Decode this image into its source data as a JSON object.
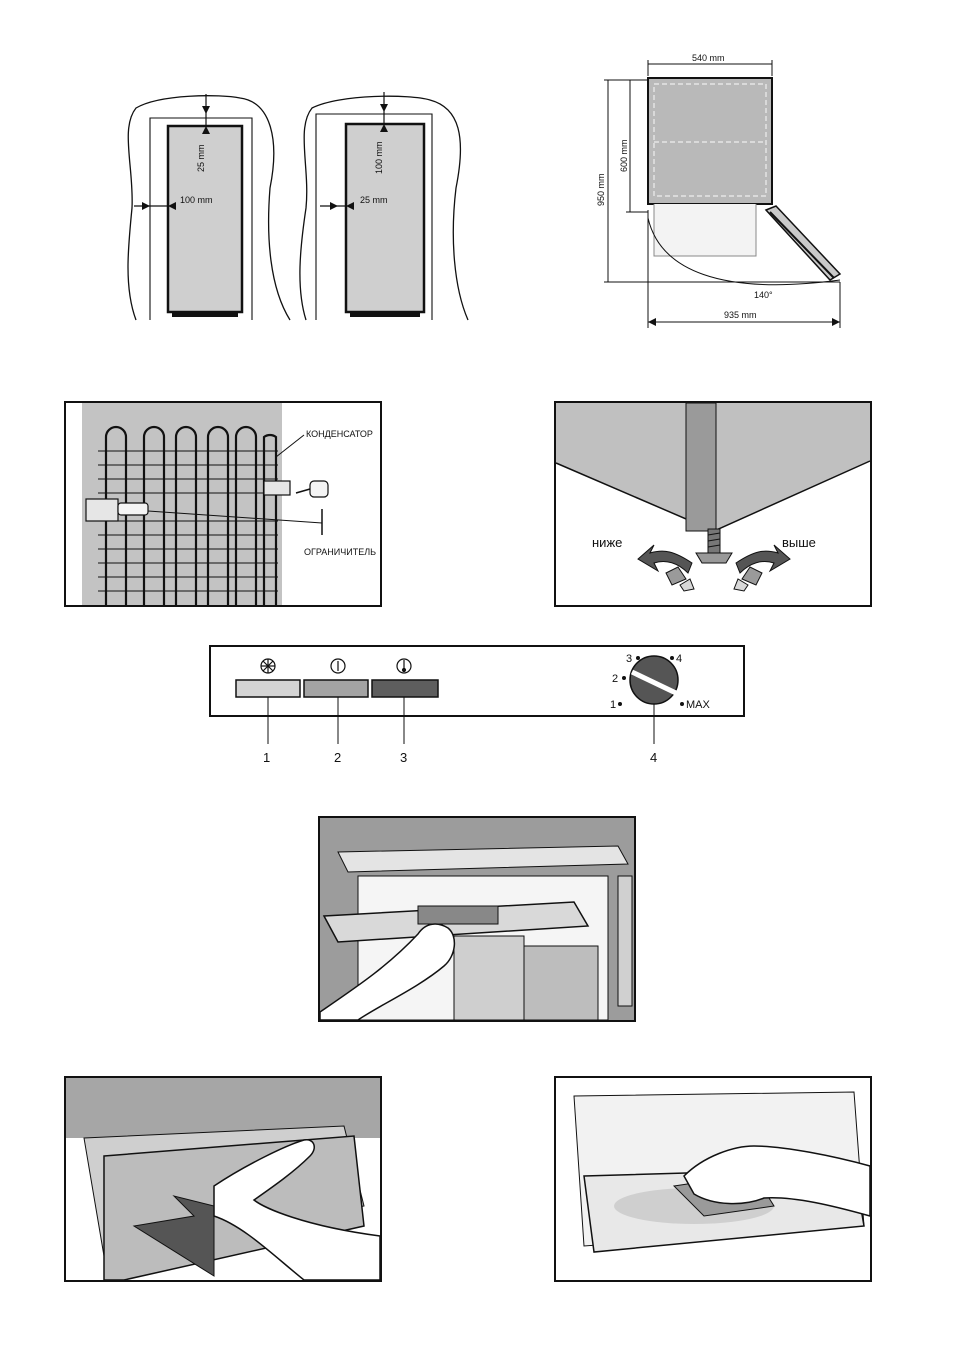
{
  "clearance": {
    "left_top": "25 mm",
    "left_side": "100 mm",
    "right_top": "100 mm",
    "right_side": "25 mm"
  },
  "door_dims": {
    "width": "540 mm",
    "height_body": "600 mm",
    "height_total": "950 mm",
    "angle": "140°",
    "depth_open": "935 mm"
  },
  "condenser": {
    "condenser_label": "КОНДЕНСАТОР",
    "limiter_label": "ОГРАНИЧИТЕЛЬ"
  },
  "leveling": {
    "lower_label": "ниже",
    "higher_label": "выше"
  },
  "control_panel": {
    "callouts": [
      "1",
      "2",
      "3",
      "4"
    ],
    "dial_marks": [
      "1",
      "2",
      "3",
      "4",
      "MAX"
    ],
    "colors": {
      "lamp1": "#d4d4d4",
      "lamp2": "#a3a3a3",
      "lamp3": "#5e5e5e"
    }
  }
}
